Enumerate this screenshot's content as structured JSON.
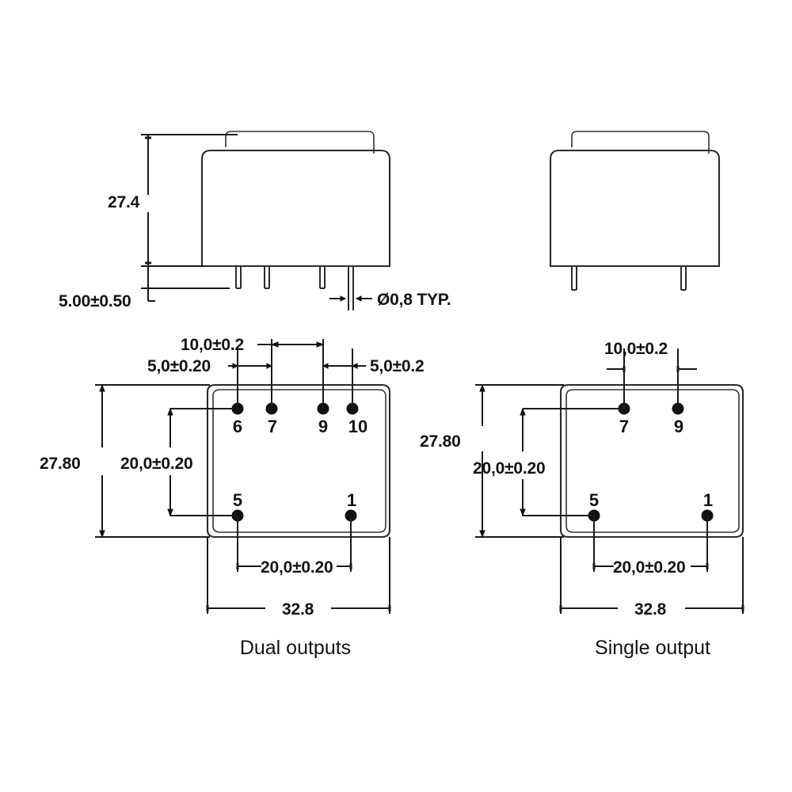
{
  "drawing": {
    "title": "Transformer outline and pin layout dimensional drawing",
    "units_note": "millimetres",
    "line_color": "#2b2b2b",
    "text_color": "#141414",
    "background": "#ffffff"
  },
  "captions": {
    "dual": "Dual outputs",
    "single": "Single output"
  },
  "elevation_dual": {
    "height_dim": "27.4",
    "pin_length_dim": "5.00±0.50",
    "pin_diameter_dim": "Ø0,8 TYP.",
    "pin_count": 4
  },
  "elevation_single": {
    "pin_count": 2
  },
  "plan_dual": {
    "width_dim": "32.8",
    "height_dim": "27.80",
    "pin_pitch_vertical": "20,0±0.20",
    "pin_pitch_horizontal": "20,0±0.20",
    "center_gap_dim": "10,0±0.2",
    "left_offset_dim": "5,0±0.20",
    "right_offset_dim": "5,0±0.2",
    "pins_top": [
      "6",
      "7",
      "9",
      "10"
    ],
    "pins_bottom": [
      "5",
      "1"
    ]
  },
  "plan_single": {
    "width_dim": "32.8",
    "height_dim": "27.80",
    "pin_pitch_vertical": "20,0±0.20",
    "pin_pitch_horizontal": "20,0±0.20",
    "center_gap_dim": "10,0±0.2",
    "pins_top": [
      "7",
      "9"
    ],
    "pins_bottom": [
      "5",
      "1"
    ]
  }
}
